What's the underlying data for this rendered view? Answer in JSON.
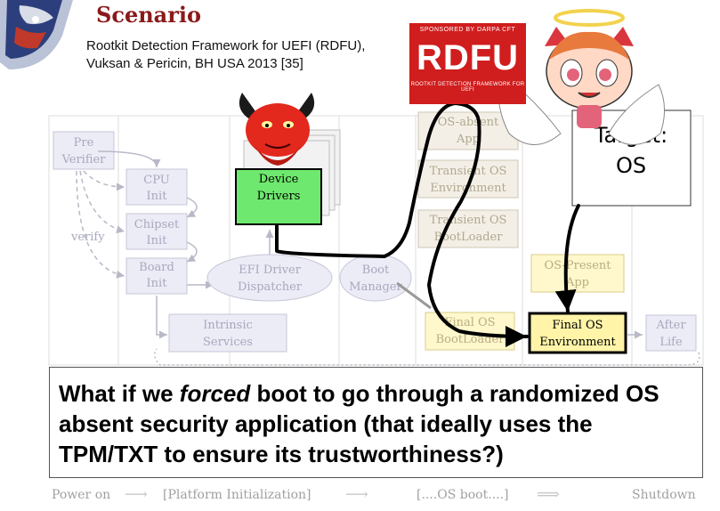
{
  "header": {
    "title": "Scenario",
    "subtitle_line1": "Rootkit Detection Framework for UEFI (RDFU),",
    "subtitle_line2": "Vuksan & Pericin, BH USA 2013 [35]"
  },
  "logo": {
    "top": "SPONSORED BY DARPA CFT",
    "main": "RDFU",
    "bottom": "ROOTKIT DETECTION FRAMEWORK FOR UEFI"
  },
  "diagram": {
    "pre_verifier": [
      "Pre",
      "Verifier"
    ],
    "cpu_init": [
      "CPU",
      "Init"
    ],
    "chipset_init": [
      "Chipset",
      "Init"
    ],
    "board_init": [
      "Board",
      "Init"
    ],
    "verify": "verify",
    "device_drivers": [
      "Device",
      "Drivers"
    ],
    "efi_dispatcher": [
      "EFI Driver",
      "Dispatcher"
    ],
    "intrinsic": [
      "Intrinsic",
      "Services"
    ],
    "boot_manager": [
      "Boot",
      "Manager"
    ],
    "os_absent": [
      "OS-absent",
      "App"
    ],
    "transient_env": [
      "Transient OS",
      "Environment"
    ],
    "transient_loader": [
      "Transient OS",
      "BootLoader"
    ],
    "final_loader": [
      "Final OS",
      "BootLoader"
    ],
    "os_present": [
      "OS-Present",
      "App"
    ],
    "final_env": [
      "Final OS",
      "Environment"
    ],
    "after_life": [
      "After",
      "Life"
    ],
    "target": [
      "Target:",
      "OS"
    ]
  },
  "callout": {
    "pre": "What if we ",
    "em": "forced",
    "post": " boot to go through a randomized OS absent security application (that ideally uses the TPM/TXT to ensure its trustworthiness?)"
  },
  "footer": {
    "power_on": "Power on",
    "platform_init": "[Platform Initialization]",
    "os_boot": "[....OS boot....]",
    "shutdown": "Shutdown"
  }
}
